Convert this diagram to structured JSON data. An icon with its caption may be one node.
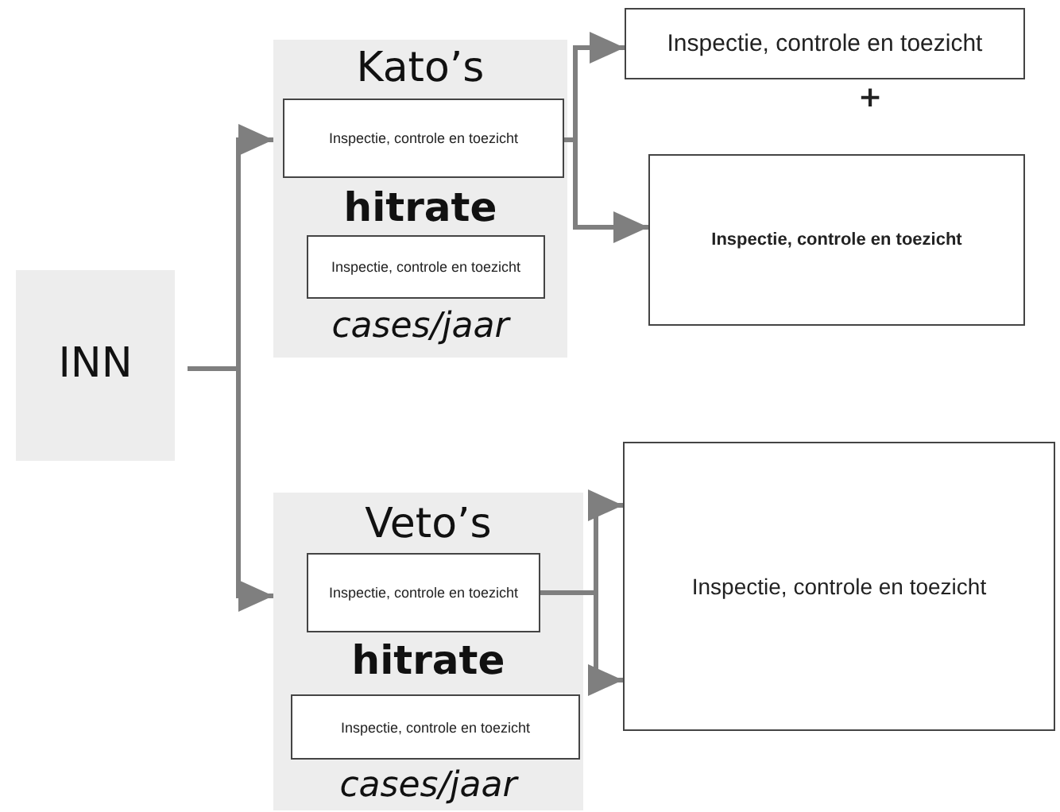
{
  "diagram": {
    "nodes": [
      {
        "text": [
          "INN"
        ]
      },
      {
        "text": [
          "Kato’s",
          "hitrate",
          "cases/jaar"
        ]
      },
      {
        "text": [
          "Inspectie, controle en toezicht"
        ],
        "in": 1
      },
      {
        "text": [
          "Inspectie, controle en toezicht"
        ],
        "in": 1
      },
      {
        "text": [
          "Inspectie, controle en toezicht"
        ]
      },
      {
        "text": [
          "Inspectie, controle en toezicht"
        ]
      },
      {
        "text": [
          "Veto’s",
          "hitrate",
          "cases/jaar"
        ]
      },
      {
        "text": [
          "Inspectie, controle en toezicht"
        ],
        "in": 6
      },
      {
        "text": [
          "Inspectie, controle en toezicht"
        ],
        "in": 6
      },
      {
        "text": [
          "Inspectie, controle en toezicht"
        ]
      }
    ],
    "edges": [
      {
        "from": 0,
        "to": 1,
        "arrow": "to"
      },
      {
        "from": 0,
        "to": 6,
        "arrow": "to"
      },
      {
        "from": 2,
        "to": 4,
        "arrow": "to"
      },
      {
        "from": 2,
        "to": 5,
        "arrow": "to"
      },
      {
        "from": 7,
        "to": 9,
        "arrow": "to"
      },
      {
        "from": 7,
        "to": 9,
        "arrow": "to"
      }
    ],
    "labels": [
      "+"
    ]
  }
}
